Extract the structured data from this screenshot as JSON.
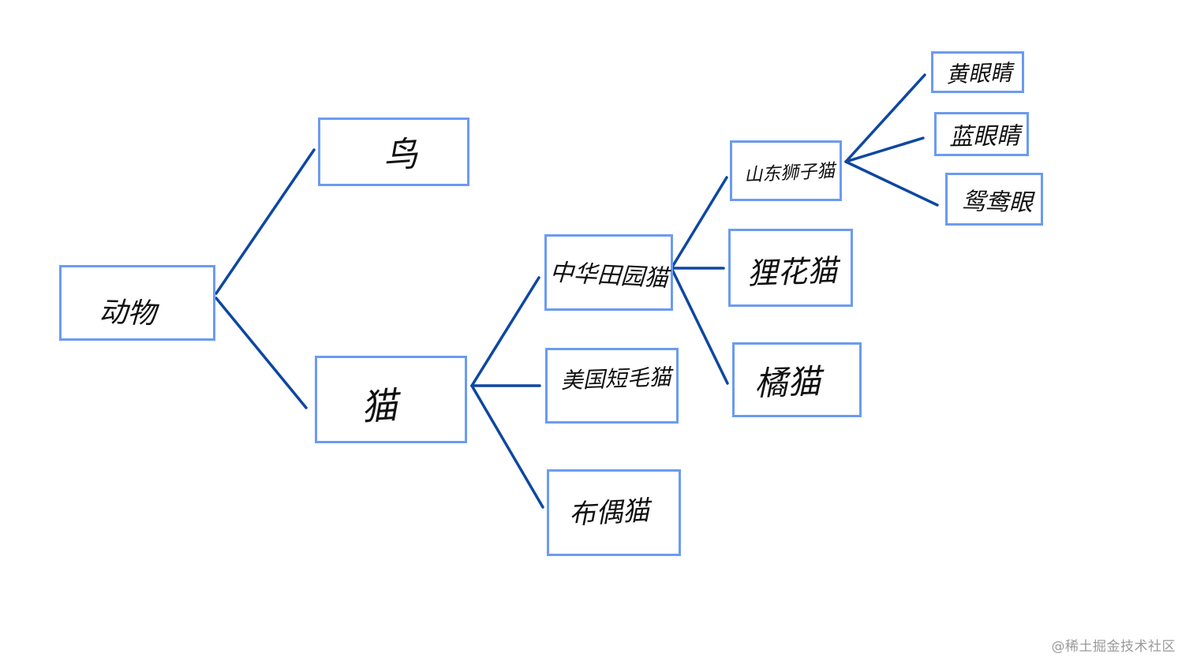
{
  "diagram": {
    "type": "tree",
    "line_color": "#0d47a1",
    "box_border_color": "#6b9bf2",
    "nodes": {
      "animal": "动物",
      "bird": "鸟",
      "cat": "猫",
      "chinese_garden_cat": "中华田园猫",
      "american_shorthair": "美国短毛猫",
      "ragdoll": "布偶猫",
      "shandong_lion_cat": "山东狮子猫",
      "dragon_li": "狸花猫",
      "orange_cat": "橘猫",
      "yellow_eyes": "黄眼睛",
      "blue_eyes": "蓝眼睛",
      "odd_eyes": "鸳鸯眼"
    },
    "edges": [
      [
        "animal",
        "bird"
      ],
      [
        "animal",
        "cat"
      ],
      [
        "cat",
        "chinese_garden_cat"
      ],
      [
        "cat",
        "american_shorthair"
      ],
      [
        "cat",
        "ragdoll"
      ],
      [
        "chinese_garden_cat",
        "shandong_lion_cat"
      ],
      [
        "chinese_garden_cat",
        "dragon_li"
      ],
      [
        "chinese_garden_cat",
        "orange_cat"
      ],
      [
        "shandong_lion_cat",
        "yellow_eyes"
      ],
      [
        "shandong_lion_cat",
        "blue_eyes"
      ],
      [
        "shandong_lion_cat",
        "odd_eyes"
      ]
    ]
  },
  "watermark": "@稀土掘金技术社区"
}
